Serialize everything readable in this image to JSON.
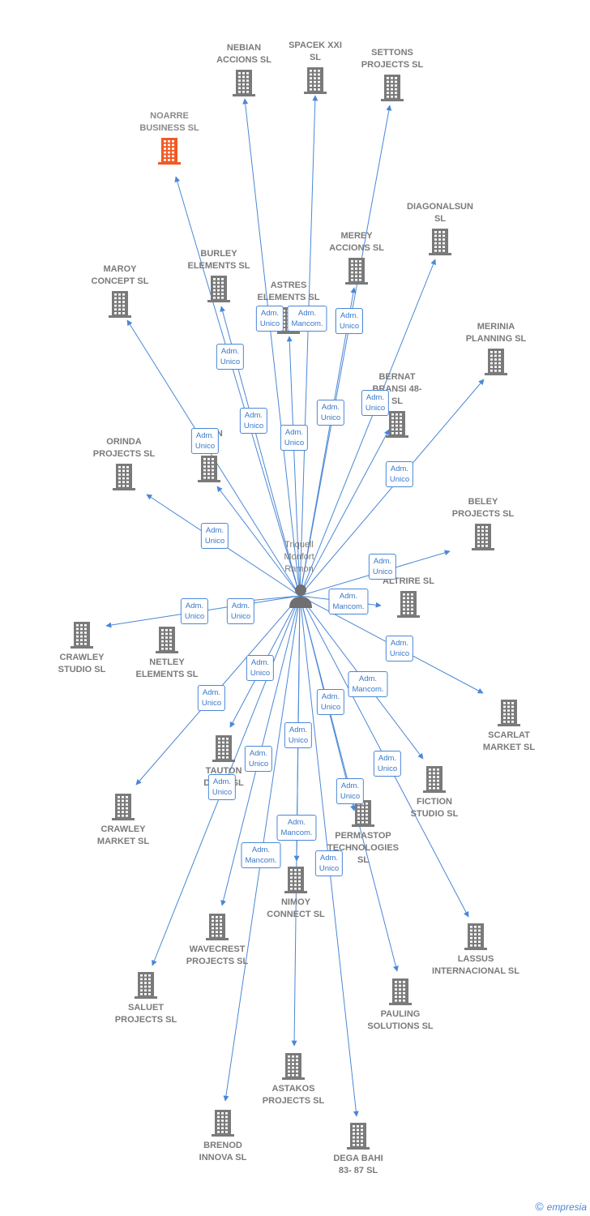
{
  "center": {
    "label": "Triquell\nMonfort\nRamon"
  },
  "accent_color": "#4a87d6",
  "highlight_color": "#f15a24",
  "icon_color": "#7a7a7a",
  "nodes": [
    {
      "id": "nebian",
      "label": "NEBIAN\nACCIONS  SL"
    },
    {
      "id": "spacek",
      "label": "SPACEK XXI\nSL"
    },
    {
      "id": "settons",
      "label": "SETTONS\nPROJECTS  SL"
    },
    {
      "id": "noarre",
      "label": "NOARRE\nBUSINESS  SL",
      "highlight": true
    },
    {
      "id": "diagonalsun",
      "label": "DIAGONALSUN\nSL"
    },
    {
      "id": "merey",
      "label": "MEREY\nACCIONS  SL"
    },
    {
      "id": "burley",
      "label": "BURLEY\nELEMENTS  SL"
    },
    {
      "id": "maroy",
      "label": "MAROY\nCONCEPT SL"
    },
    {
      "id": "astres",
      "label": "ASTRES\nELEMENTS  SL"
    },
    {
      "id": "merinia",
      "label": "MERINIA\nPLANNING  SL"
    },
    {
      "id": "bernat",
      "label": "BERNAT\nBRANSI 48-\nSL"
    },
    {
      "id": "orinda",
      "label": "ORINDA\nPROJECTS  SL"
    },
    {
      "id": "cassion",
      "label": "C...ON\n...SL"
    },
    {
      "id": "beley",
      "label": "BELEY\nPROJECTS  SL"
    },
    {
      "id": "altrire",
      "label": "ALTRIRE  SL"
    },
    {
      "id": "crawley-studio",
      "label": "CRAWLEY\nSTUDIO  SL"
    },
    {
      "id": "netley",
      "label": "NETLEY\nELEMENTS  SL"
    },
    {
      "id": "scarlat",
      "label": "SCARLAT\nMARKET  SL"
    },
    {
      "id": "tauton",
      "label": "TAUTON\nDYN...  SL"
    },
    {
      "id": "fiction",
      "label": "FICTION\nSTUDIO SL"
    },
    {
      "id": "crawley-market",
      "label": "CRAWLEY\nMARKET  SL"
    },
    {
      "id": "permastop",
      "label": "PERMASTOP\nTECHNOLOGIES\nSL"
    },
    {
      "id": "nimoy",
      "label": "NIMOY\nCONNECT  SL"
    },
    {
      "id": "lassus",
      "label": "LASSUS\nINTERNACIONAL SL"
    },
    {
      "id": "wavecrest",
      "label": "WAVECREST\nPROJECTS SL"
    },
    {
      "id": "pauling",
      "label": "PAULING\nSOLUTIONS SL"
    },
    {
      "id": "saluet",
      "label": "SALUET\nPROJECTS  SL"
    },
    {
      "id": "astakos",
      "label": "ASTAKOS\nPROJECTS SL"
    },
    {
      "id": "brenod",
      "label": "BRENOD\nINNOVA  SL"
    },
    {
      "id": "dega",
      "label": "DEGA BAHI\n83- 87  SL"
    }
  ],
  "relations": [
    {
      "target": "nebian",
      "role": "Adm.\nUnico"
    },
    {
      "target": "spacek",
      "role": "Adm.\nUnico"
    },
    {
      "target": "settons",
      "role": "Adm.\nUnico"
    },
    {
      "target": "noarre",
      "role": "Adm.\nUnico"
    },
    {
      "target": "diagonalsun",
      "role": "Adm.\nUnico"
    },
    {
      "target": "merey",
      "role": "Adm.\nUnico"
    },
    {
      "target": "burley",
      "role": "Adm.\nUnico"
    },
    {
      "target": "maroy",
      "role": "Adm.\nUnico"
    },
    {
      "target": "astres",
      "role": "Adm.\nMancom."
    },
    {
      "target": "merinia",
      "role": "Adm.\nUnico"
    },
    {
      "target": "bernat",
      "role": "Adm.\nUnico"
    },
    {
      "target": "orinda",
      "role": "Adm.\nUnico"
    },
    {
      "target": "cassion",
      "role": "Adm.\nUnico"
    },
    {
      "target": "beley",
      "role": "Adm.\nUnico"
    },
    {
      "target": "altrire",
      "role": "Adm.\nMancom."
    },
    {
      "target": "crawley-studio",
      "role": "Adm.\nUnico"
    },
    {
      "target": "netley",
      "role": "Adm.\nUnico"
    },
    {
      "target": "scarlat",
      "role": "Adm.\nUnico"
    },
    {
      "target": "tauton",
      "role": "Adm.\nUnico"
    },
    {
      "target": "fiction",
      "role": "Adm.\nMancom."
    },
    {
      "target": "crawley-market",
      "role": "Adm.\nUnico"
    },
    {
      "target": "permastop",
      "role": "Adm.\nUnico"
    },
    {
      "target": "nimoy",
      "role": "Adm.\nUnico"
    },
    {
      "target": "lassus",
      "role": "Adm.\nUnico"
    },
    {
      "target": "wavecrest",
      "role": "Adm.\nUnico"
    },
    {
      "target": "pauling",
      "role": "Adm.\nUnico"
    },
    {
      "target": "saluet",
      "role": "Adm.\nUnico"
    },
    {
      "target": "astakos",
      "role": "Adm.\nMancom."
    },
    {
      "target": "brenod",
      "role": "Adm.\nMancom."
    },
    {
      "target": "dega",
      "role": "Adm.\nUnico"
    }
  ],
  "footer": {
    "copyright": "©",
    "brand": "empresia"
  }
}
